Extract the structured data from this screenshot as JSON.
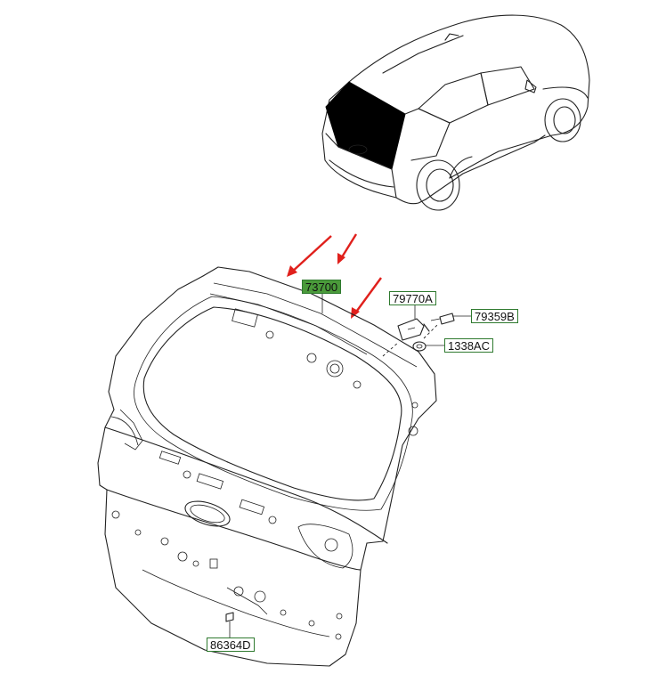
{
  "parts": [
    {
      "id": "73700",
      "highlight": true
    },
    {
      "id": "79770A",
      "highlight": false
    },
    {
      "id": "79359B",
      "highlight": false
    },
    {
      "id": "1338AC",
      "highlight": false
    },
    {
      "id": "86364D",
      "highlight": false
    }
  ],
  "colors": {
    "line": "#222222",
    "label_border": "#2f7a2f",
    "highlight_fill": "#4a9a3a",
    "arrow": "#e0201c",
    "glass": "#000000"
  }
}
